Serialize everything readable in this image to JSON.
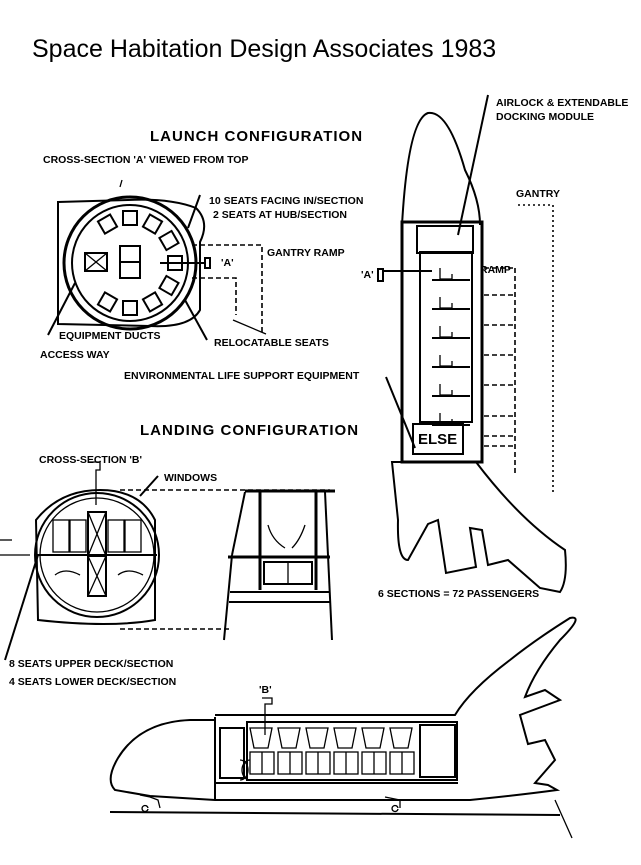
{
  "title": "Space Habitation Design Associates 1983",
  "launch": {
    "heading": "LAUNCH CONFIGURATION",
    "cross_section_label": "CROSS-SECTION 'A' VIEWED FROM TOP",
    "seats_line1": "10 SEATS FACING IN/SECTION",
    "seats_line2": "2 SEATS AT HUB/SECTION",
    "gantry_ramp": "GANTRY RAMP",
    "section_marker": "'A'",
    "equipment_ducts": "EQUIPMENT DUCTS",
    "access_way": "ACCESS WAY",
    "relocatable_seats": "RELOCATABLE SEATS",
    "else_label": "ENVIRONMENTAL LIFE SUPPORT EQUIPMENT"
  },
  "vertical_orbiter": {
    "airlock_line1": "AIRLOCK & EXTENDABLE",
    "airlock_line2": "DOCKING MODULE",
    "gantry": "GANTRY",
    "ramp": "RAMP",
    "section_marker": "'A'",
    "else_box": "ELSE",
    "sections_note": "6 SECTIONS = 72 PASSENGERS",
    "seat_levels": 6
  },
  "landing": {
    "heading": "LANDING CONFIGURATION",
    "cross_section_label": "CROSS-SECTION 'B'",
    "windows": "WINDOWS",
    "upper_deck": "8 SEATS UPPER DECK/SECTION",
    "lower_deck": "4 SEATS LOWER DECK/SECTION",
    "section_marker": "'B'"
  }
}
